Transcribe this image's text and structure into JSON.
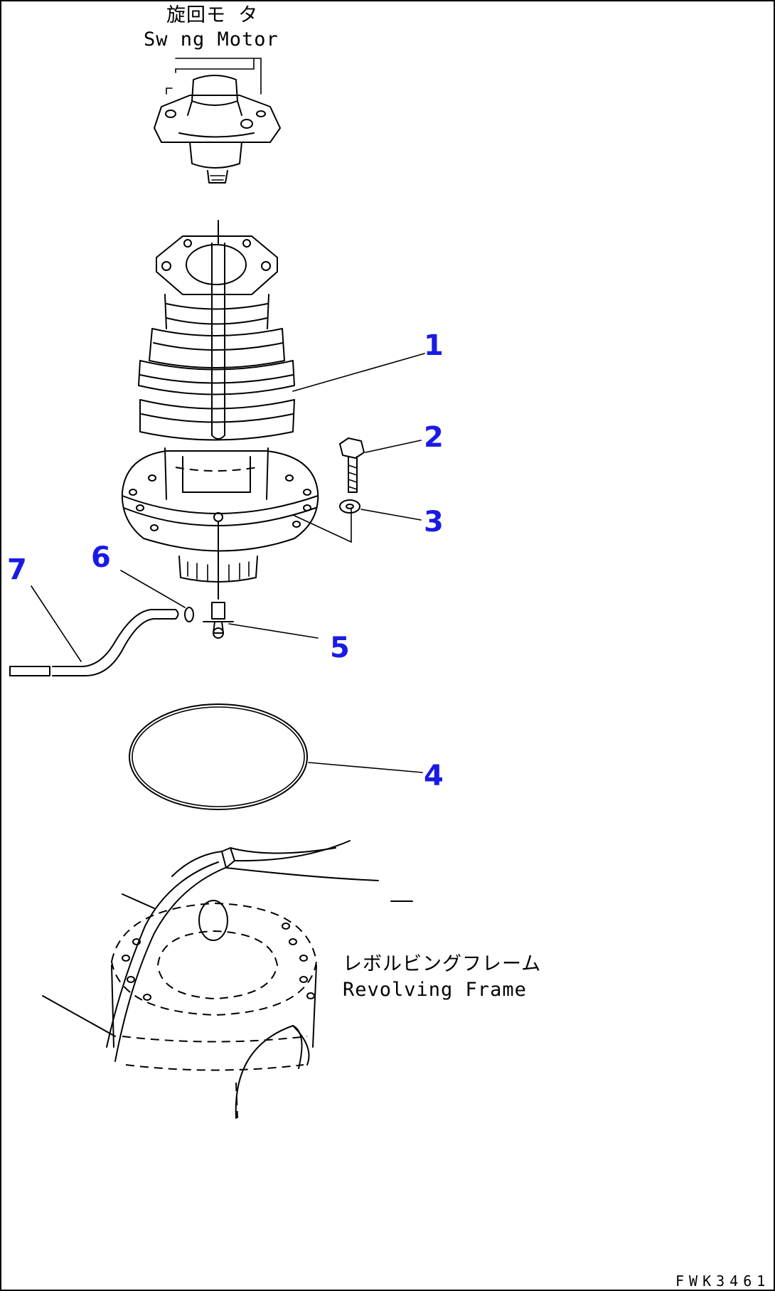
{
  "labels": {
    "swing_motor_jp": "旋回モ タ",
    "swing_motor_en": "Sw ng Motor",
    "revolving_frame_jp": "レボルビングフレーム",
    "revolving_frame_en": "Revolving Frame",
    "figure_code": "FWK3461"
  },
  "callouts": [
    {
      "number": "1"
    },
    {
      "number": "2"
    },
    {
      "number": "3"
    },
    {
      "number": "4"
    },
    {
      "number": "5"
    },
    {
      "number": "6"
    },
    {
      "number": "7"
    }
  ],
  "colors": {
    "callout": "#1a1ae6",
    "line": "#000000",
    "background": "#ffffff"
  }
}
